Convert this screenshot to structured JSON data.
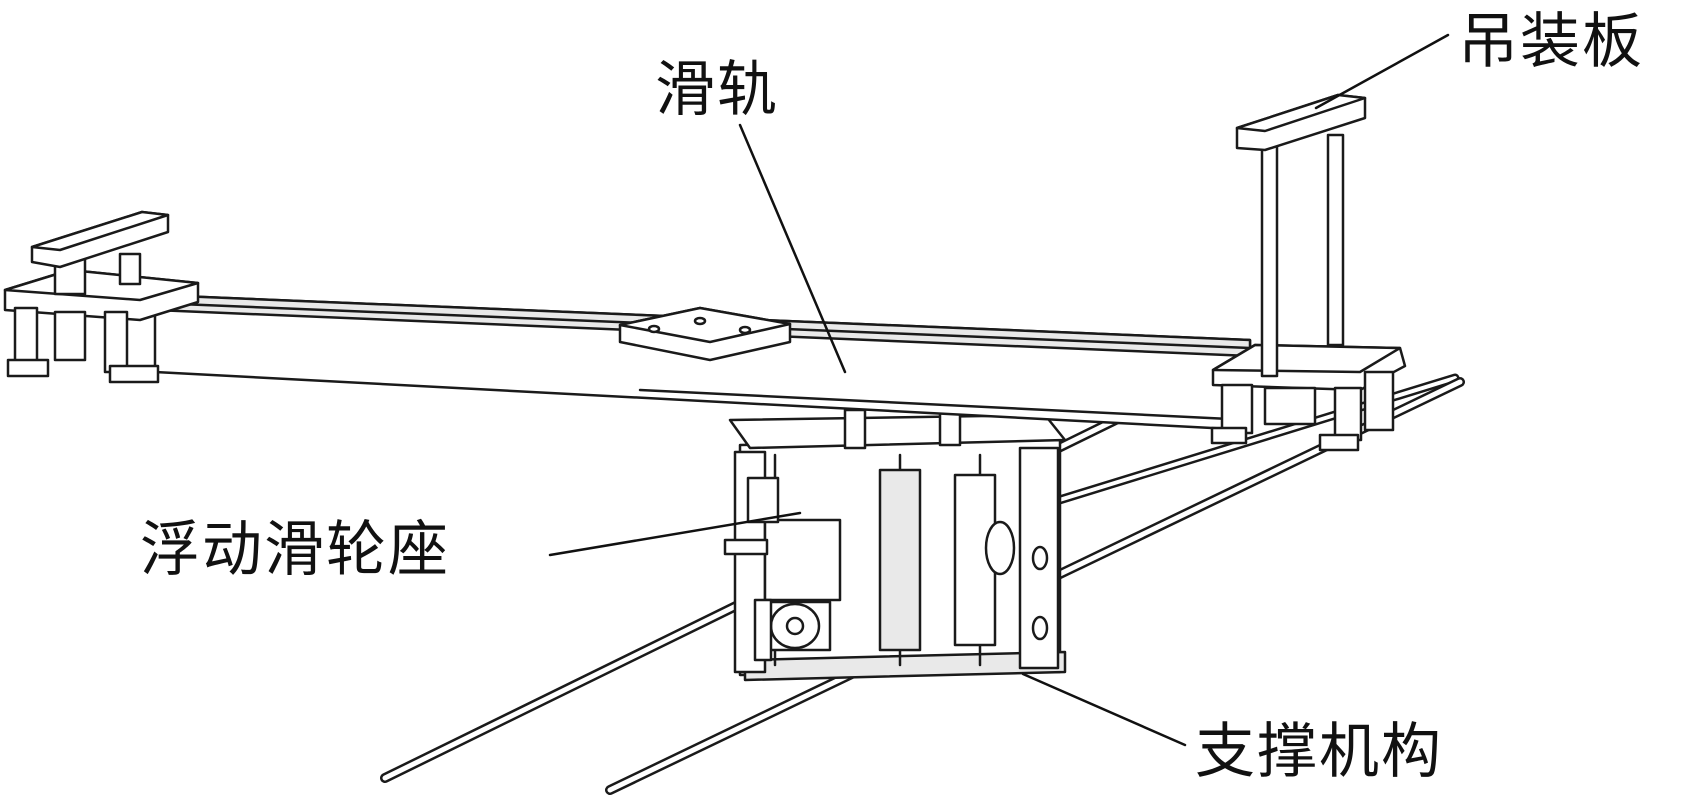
{
  "labels": {
    "lifting_plate": "吊装板",
    "slide_rail": "滑轨",
    "floating_pulley_seat": "浮动滑轮座",
    "support_mechanism": "支撑机构"
  },
  "colors": {
    "stroke": "#1a1a1a",
    "fill": "#ffffff",
    "shade": "#e9e9e9"
  }
}
